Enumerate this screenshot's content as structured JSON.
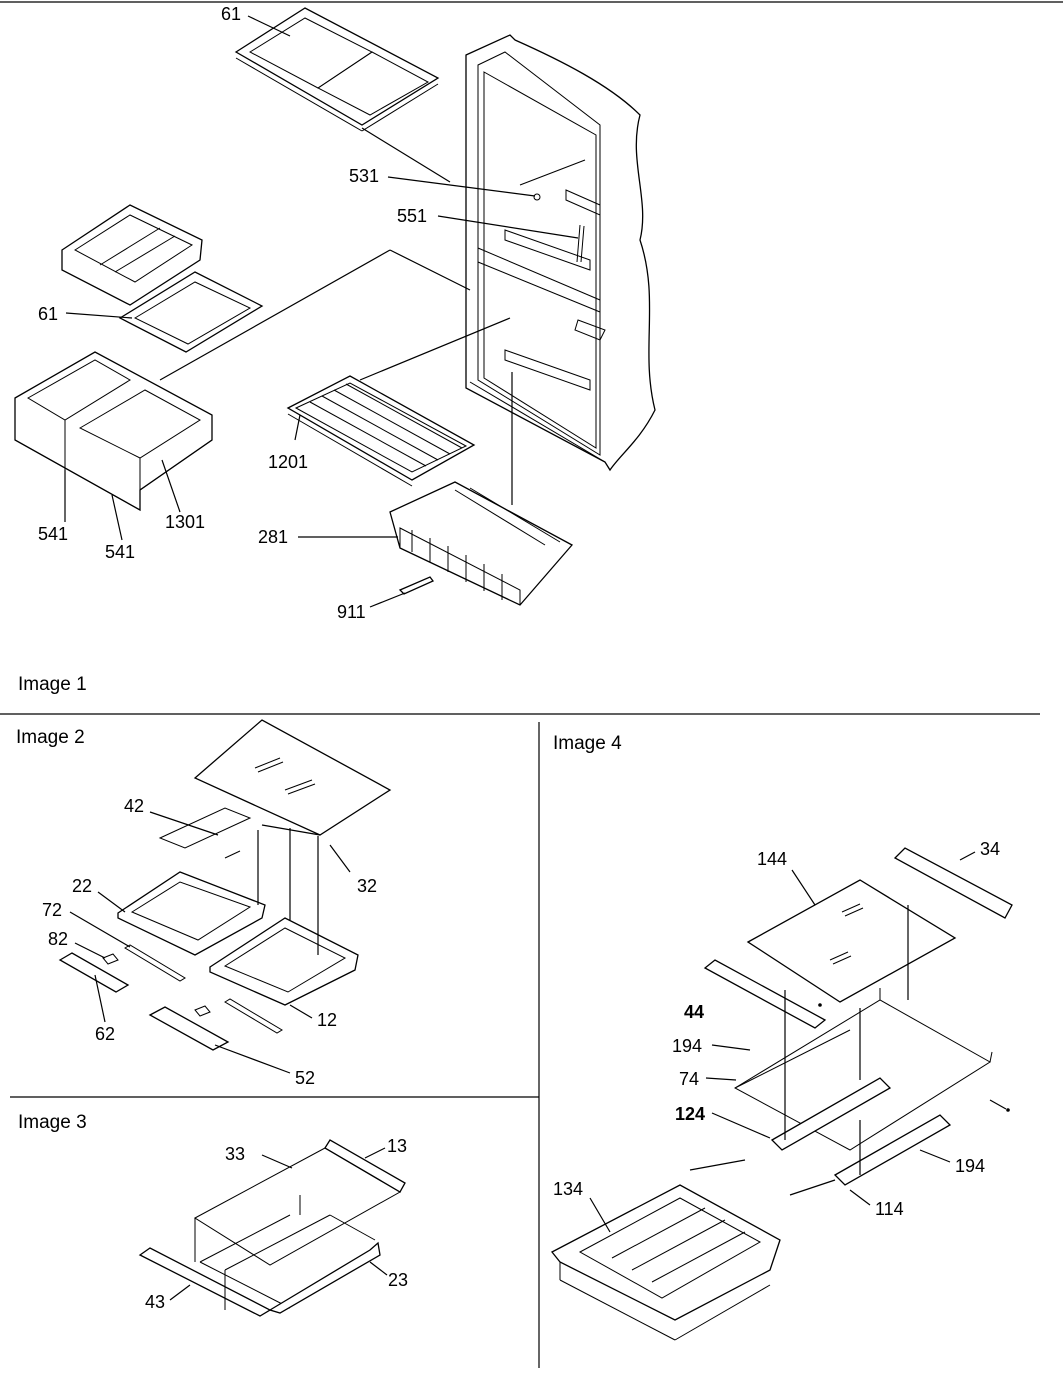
{
  "sections": {
    "image1": "Image 1",
    "image2": "Image 2",
    "image3": "Image 3",
    "image4": "Image 4"
  },
  "image1_labels": {
    "p61_top": "61",
    "p531": "531",
    "p551": "551",
    "p61_mid": "61",
    "p1201": "1201",
    "p281": "281",
    "p911": "911",
    "p541_a": "541",
    "p541_b": "541",
    "p1301": "1301"
  },
  "image2_labels": {
    "p42": "42",
    "p32": "32",
    "p22": "22",
    "p72": "72",
    "p82": "82",
    "p62": "62",
    "p12": "12",
    "p52": "52"
  },
  "image3_labels": {
    "p33": "33",
    "p13": "13",
    "p43": "43",
    "p23": "23"
  },
  "image4_labels": {
    "p144": "144",
    "p34": "34",
    "p44": "44",
    "p194_a": "194",
    "p74": "74",
    "p124": "124",
    "p194_b": "194",
    "p134": "134",
    "p114": "114"
  }
}
